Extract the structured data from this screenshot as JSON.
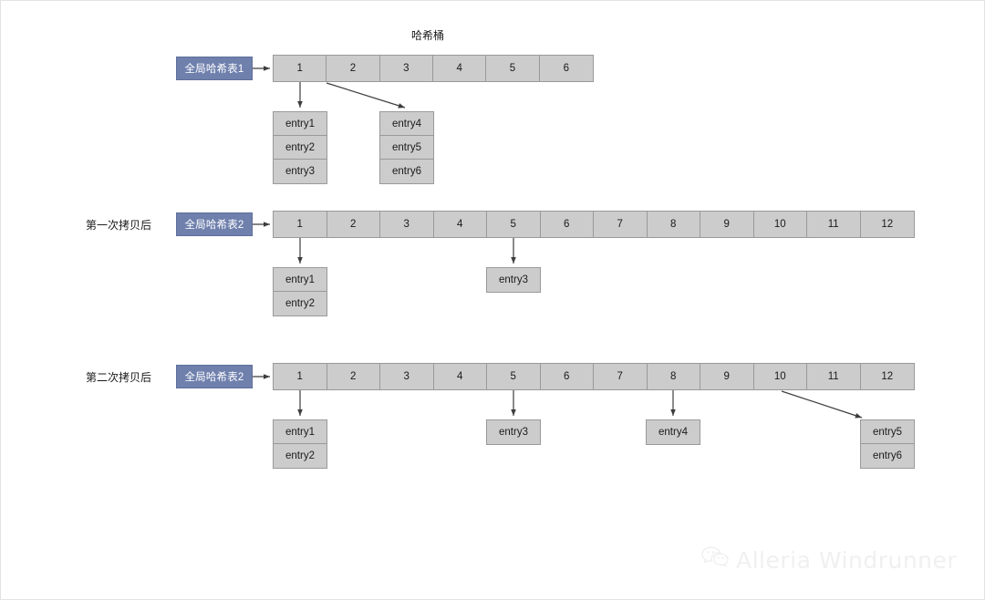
{
  "diagram": {
    "bucket_caption": "哈希桶",
    "colors": {
      "chip_fill": "#6f80ad",
      "chip_text": "#ffffff",
      "cell_fill": "#cccccc",
      "cell_border": "#999999",
      "arrow": "#3d3d3d",
      "watermark": "#f0f0f0",
      "page_border": "#e3e3e3"
    },
    "rows": [
      {
        "stage_label": "",
        "chip_label": "全局哈希表1",
        "buckets": [
          "1",
          "2",
          "3",
          "4",
          "5",
          "6"
        ],
        "chains": [
          {
            "from_bucket": "1",
            "entries": [
              "entry1",
              "entry2",
              "entry3"
            ]
          },
          {
            "from_bucket": "2",
            "entries": [
              "entry4",
              "entry5",
              "entry6"
            ]
          }
        ]
      },
      {
        "stage_label": "第一次拷贝后",
        "chip_label": "全局哈希表2",
        "buckets": [
          "1",
          "2",
          "3",
          "4",
          "5",
          "6",
          "7",
          "8",
          "9",
          "10",
          "11",
          "12"
        ],
        "chains": [
          {
            "from_bucket": "1",
            "entries": [
              "entry1",
              "entry2"
            ]
          },
          {
            "from_bucket": "5",
            "entries": [
              "entry3"
            ]
          }
        ]
      },
      {
        "stage_label": "第二次拷贝后",
        "chip_label": "全局哈希表2",
        "buckets": [
          "1",
          "2",
          "3",
          "4",
          "5",
          "6",
          "7",
          "8",
          "9",
          "10",
          "11",
          "12"
        ],
        "chains": [
          {
            "from_bucket": "1",
            "entries": [
              "entry1",
              "entry2"
            ]
          },
          {
            "from_bucket": "5",
            "entries": [
              "entry3"
            ]
          },
          {
            "from_bucket": "8",
            "entries": [
              "entry4"
            ]
          },
          {
            "from_bucket": "10",
            "entries": [
              "entry5",
              "entry6"
            ]
          }
        ]
      }
    ]
  },
  "watermark": {
    "icon": "wechat-icon",
    "text": "Alleria Windrunner"
  }
}
